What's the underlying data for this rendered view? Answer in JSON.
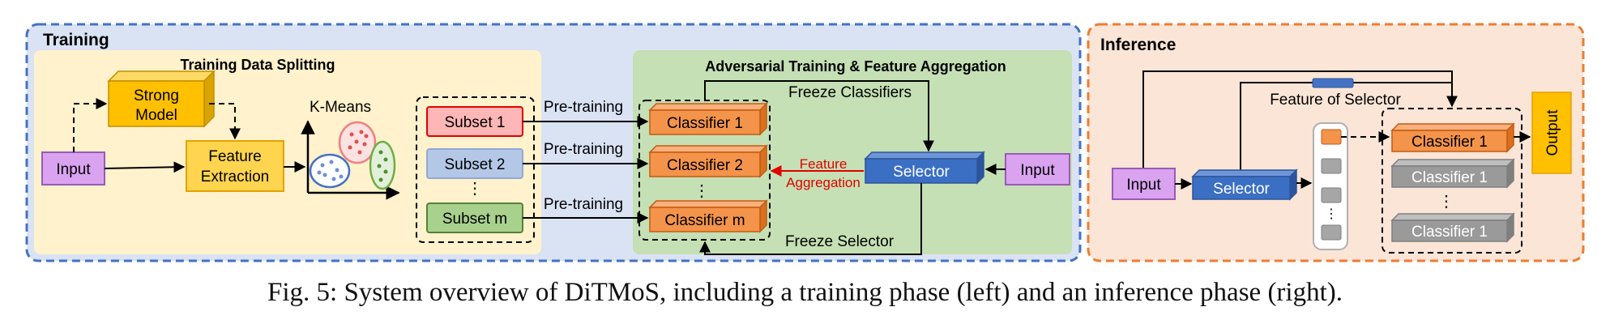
{
  "training": {
    "title": "Training",
    "splitting_title": "Training Data Splitting",
    "adv_title": "Adversarial Training & Feature Aggregation",
    "input": "Input",
    "strong_model_line1": "Strong",
    "strong_model_line2": "Model",
    "feature_line1": "Feature",
    "feature_line2": "Extraction",
    "kmeans": "K-Means",
    "subsets": [
      "Subset 1",
      "Subset 2",
      "Subset m"
    ],
    "subset_dots": "⋮",
    "pretraining": "Pre-training",
    "classifiers": [
      "Classifier 1",
      "Classifier 2",
      "Classifier m"
    ],
    "classifier_dots": "⋮",
    "freeze_classifiers": "Freeze Classifiers",
    "feature_agg_line1": "Feature",
    "feature_agg_line2": "Aggregation",
    "selector": "Selector",
    "input_right": "Input",
    "freeze_selector": "Freeze Selector"
  },
  "inference": {
    "title": "Inference",
    "feature_of_selector": "Feature of Selector",
    "input": "Input",
    "selector": "Selector",
    "classifiers": [
      "Classifier 1",
      "Classifier 1",
      "Classifier 1"
    ],
    "classifier_dots": "⋮",
    "output": "Output",
    "gate_dots": "⋮"
  },
  "caption": "Fig. 5: System overview of DiTMoS, including a training phase (left) and an inference phase (right).",
  "colors": {
    "training_bg": "#dae3f3",
    "training_border": "#4472c4",
    "splitting_bg": "#fff2cc",
    "adv_bg": "#c5e0b4",
    "inference_bg": "#fbe5d6",
    "inference_border": "#ed7d31",
    "input": "#d9a3f0",
    "yellow": "#ffc000",
    "subset1": "#ffb6b6",
    "subset2": "#b4c7e7",
    "subset3": "#a9d18e",
    "classifier": "#f4944a",
    "selector": "#3a6fc4",
    "gray": "#9a9a9a",
    "red_text": "#e00000"
  }
}
